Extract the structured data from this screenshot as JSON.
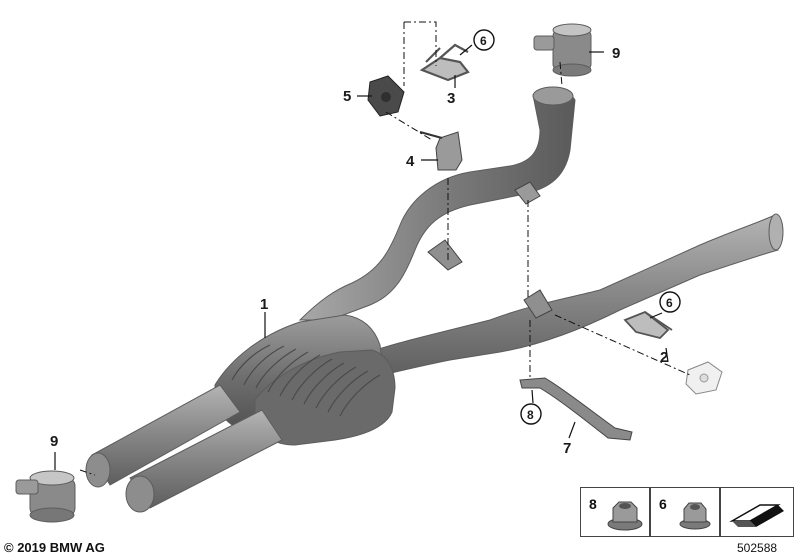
{
  "callouts": [
    {
      "id": "c1",
      "label": "1",
      "circled": false
    },
    {
      "id": "c2",
      "label": "2",
      "circled": false
    },
    {
      "id": "c3",
      "label": "3",
      "circled": false
    },
    {
      "id": "c4",
      "label": "4",
      "circled": false
    },
    {
      "id": "c5",
      "label": "5",
      "circled": false
    },
    {
      "id": "c6a",
      "label": "6",
      "circled": true
    },
    {
      "id": "c6b",
      "label": "6",
      "circled": true
    },
    {
      "id": "c7",
      "label": "7",
      "circled": false
    },
    {
      "id": "c8",
      "label": "8",
      "circled": true
    },
    {
      "id": "c9a",
      "label": "9",
      "circled": false
    },
    {
      "id": "c9b",
      "label": "9",
      "circled": false
    }
  ],
  "legend": {
    "items": [
      {
        "label": "8",
        "icon": "flange-nut-large-icon"
      },
      {
        "label": "6",
        "icon": "flange-nut-small-icon"
      },
      {
        "label": "",
        "icon": "direction-arrow-icon"
      }
    ]
  },
  "footer": {
    "copyright": "© 2019 BMW AG",
    "diagram_id": "502588"
  },
  "colors": {
    "pipe_dark": "#6f6f6f",
    "pipe_light": "#a6a6a6",
    "muffler": "#7a7a7a",
    "rubber_mount": "#4a4a4a",
    "ink": "#111111"
  }
}
